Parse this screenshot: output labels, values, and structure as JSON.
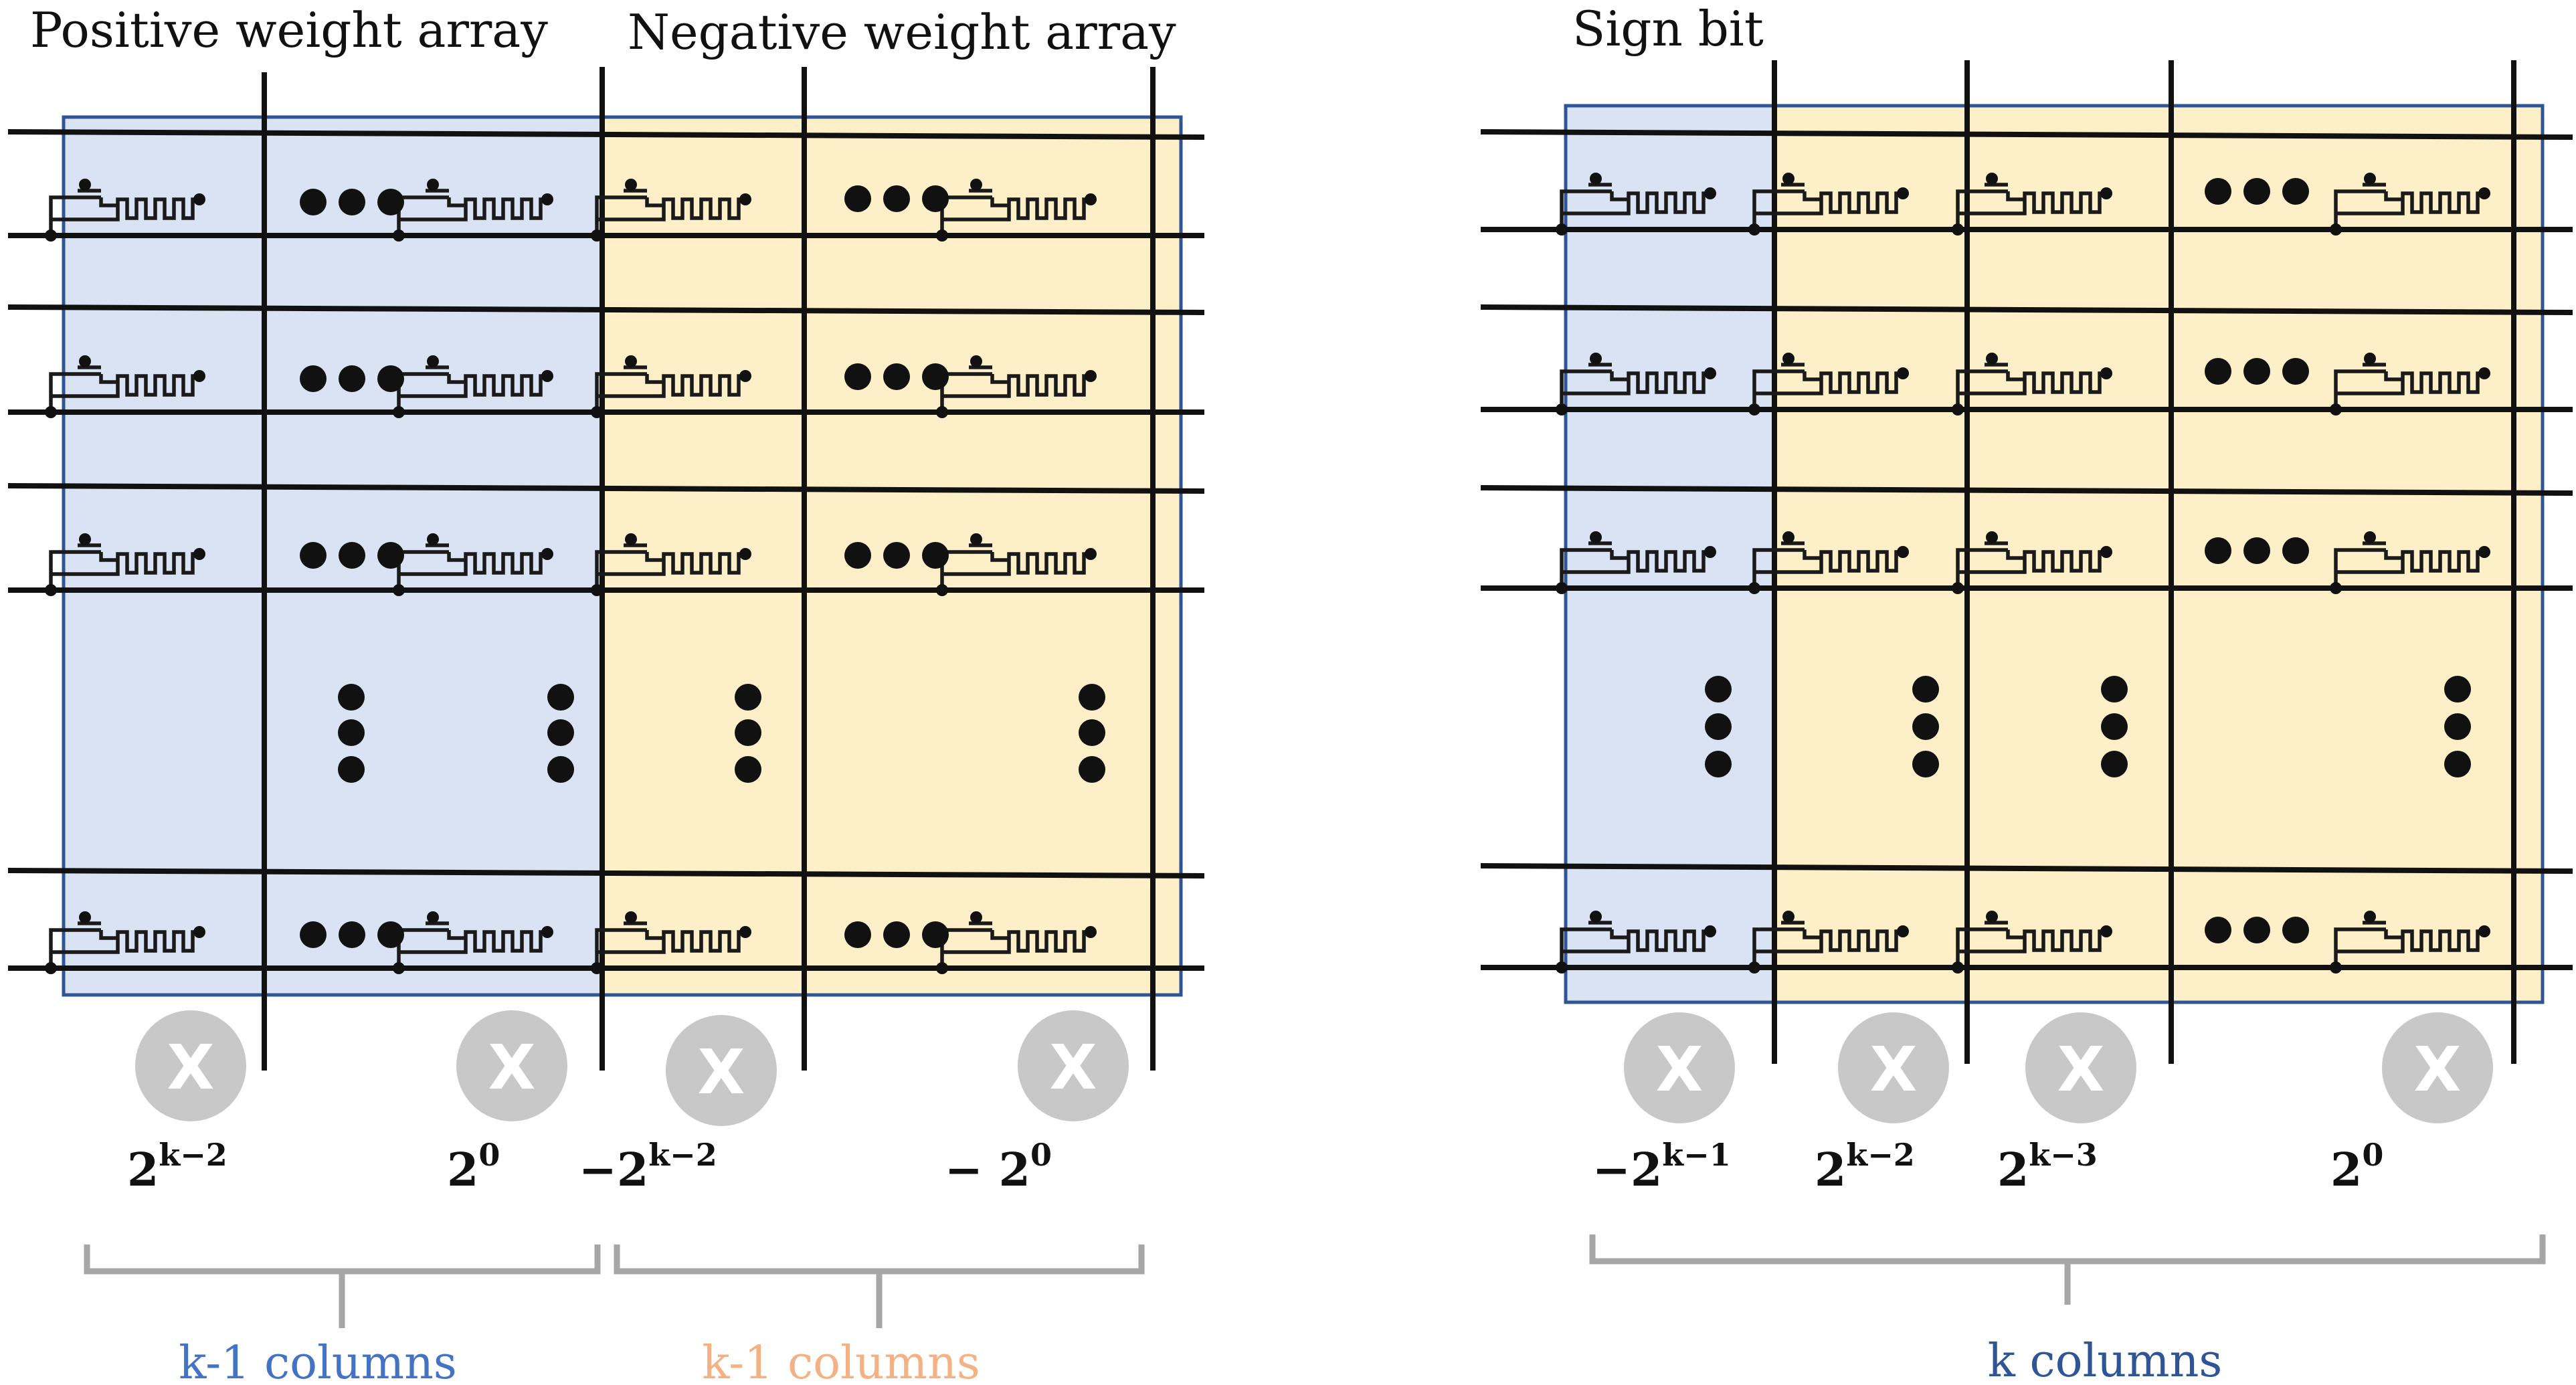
{
  "left_panel": {
    "positive_title": "Positive weight array",
    "negative_title": "Negative weight array",
    "weights": [
      {
        "base": "2",
        "exp": "k−2"
      },
      {
        "base": "2",
        "exp": "0"
      },
      {
        "base": "−2",
        "exp": "k−2"
      },
      {
        "base": "− 2",
        "exp": "0"
      }
    ],
    "captions": [
      "k-1 columns",
      "k-1 columns"
    ]
  },
  "right_panel": {
    "sign_title": "Sign bit",
    "weights": [
      {
        "base": "−2",
        "exp": "k−1"
      },
      {
        "base": "2",
        "exp": "k−2"
      },
      {
        "base": "2",
        "exp": "k−3"
      },
      {
        "base": "2",
        "exp": "0"
      }
    ],
    "caption": "k columns"
  },
  "multiplier_symbol": "X",
  "colors": {
    "positive_fill": "#dae3f3",
    "negative_fill": "#fdefc8",
    "array_border": "#2f5597",
    "wire": "#111111",
    "multiplier": "#c8c8c8",
    "brace": "#a6a6a6",
    "positive_caption": "#4472c4",
    "negative_caption": "#f4b183",
    "k_caption": "#2f5597"
  },
  "icons": {
    "cell": "transistor-memristor-cell-icon",
    "multiplier": "multiply-circle-icon",
    "ellipsis": "ellipsis-dots-icon"
  }
}
